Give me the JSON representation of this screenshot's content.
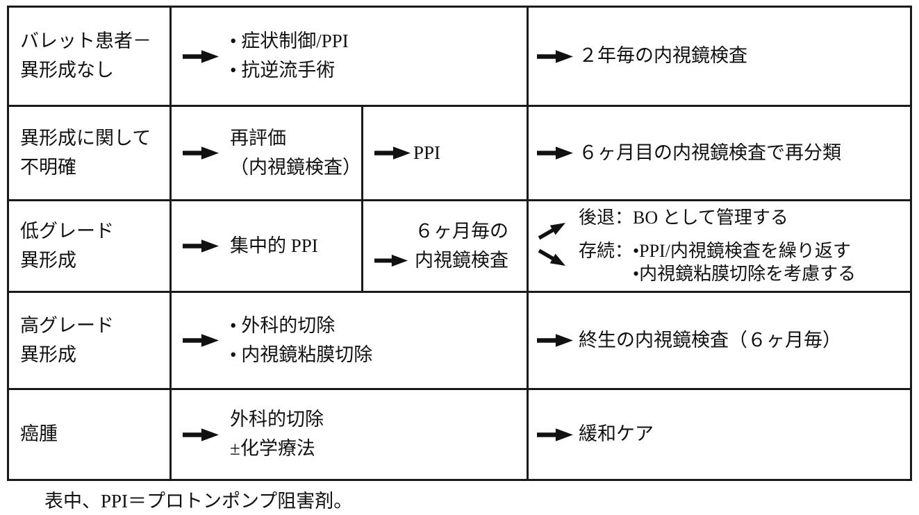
{
  "colors": {
    "ink": "#111111",
    "paper": "#ffffff",
    "border": "#1a1a1a"
  },
  "icons": {
    "arrow": "arrow-right-icon",
    "branch": "branch-fork-arrows"
  },
  "rows": [
    {
      "condition": "バレット患者－\n異形成なし",
      "treatment": "• 症状制御/PPI\n• 抗逆流手術",
      "followup": "２年毎の内視鏡検査"
    },
    {
      "condition": "異形成に関して\n不明確",
      "treatment": "再評価\n（内視鏡検査）",
      "treatment2": "PPI",
      "followup": "６ヶ月目の内視鏡検査で再分類"
    },
    {
      "condition": "低グレード\n異形成",
      "treatment": "集中的 PPI",
      "treatment2": "６ヶ月毎の\n内視鏡検査",
      "branch1": "後退：BO として管理する",
      "branch2": "存続：•PPI/内視鏡検査を繰り返す",
      "branch2b": "•内視鏡粘膜切除を考慮する"
    },
    {
      "condition": "高グレード\n異形成",
      "treatment": "• 外科的切除\n• 内視鏡粘膜切除",
      "followup": "終生の内視鏡検査（６ヶ月毎）"
    },
    {
      "condition": "癌腫",
      "treatment": "外科的切除\n±化学療法",
      "followup": "緩和ケア"
    }
  ],
  "footnote": "表中、PPI＝プロトンポンプ阻害剤。"
}
